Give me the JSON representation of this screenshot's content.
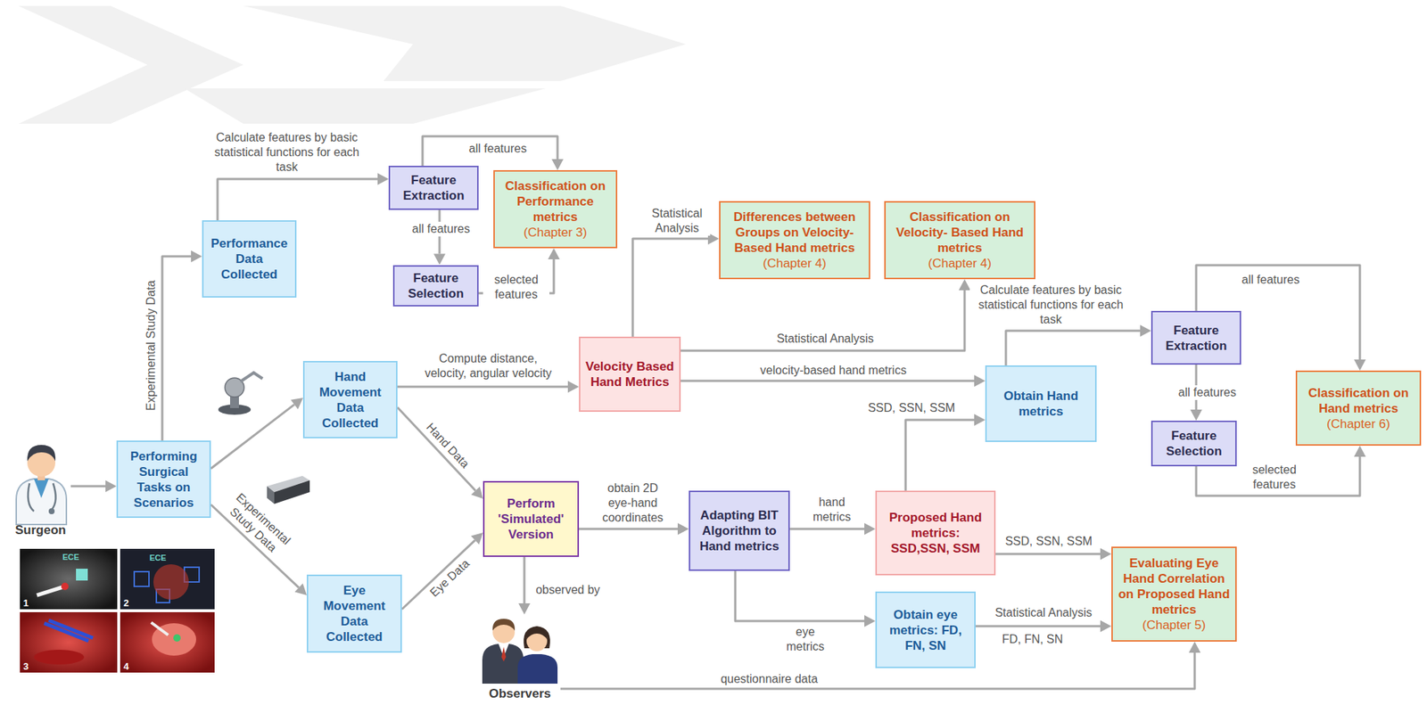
{
  "diagram": {
    "nodes": [
      {
        "text": [
          "Surgeon"
        ]
      },
      {
        "text": [
          "Performing Surgical Tasks on Scenarios"
        ]
      },
      {
        "text": [
          "Performance Data Collected"
        ]
      },
      {
        "text": [
          "Hand Movement Data Collected"
        ]
      },
      {
        "text": [
          "Eye Movement Data Collected"
        ]
      },
      {
        "text": [
          "Feature Extraction"
        ]
      },
      {
        "text": [
          "Feature Selection"
        ]
      },
      {
        "text": [
          "Classification on Performance metrics",
          "(Chapter 3)"
        ]
      },
      {
        "text": [
          "Perform 'Simulated' Version"
        ]
      },
      {
        "text": [
          "Observers"
        ]
      },
      {
        "text": [
          "Velocity Based Hand Metrics"
        ]
      },
      {
        "text": [
          "Differences between Groups on Velocity-Based Hand metrics",
          "(Chapter 4)"
        ]
      },
      {
        "text": [
          "Classification on Velocity- Based Hand metrics",
          "(Chapter 4)"
        ]
      },
      {
        "text": [
          "Adapting BIT Algorithm to Hand metrics"
        ]
      },
      {
        "text": [
          "Proposed Hand metrics: SSD,SSN, SSM"
        ]
      },
      {
        "text": [
          "Obtain Hand metrics"
        ]
      },
      {
        "text": [
          "Obtain eye metrics: FD, FN, SN"
        ]
      },
      {
        "text": [
          "Evaluating Eye Hand Correlation on Proposed Hand metrics",
          "(Chapter 5)"
        ]
      },
      {
        "text": [
          "Feature Extraction"
        ]
      },
      {
        "text": [
          "Feature Selection"
        ]
      },
      {
        "text": [
          "Classification on Hand metrics",
          "(Chapter 6)"
        ]
      }
    ],
    "edges": [
      {
        "from": 0,
        "to": 1,
        "arrow": "to"
      },
      {
        "from": 1,
        "to": 2,
        "label": "Experimental Study Data",
        "arrow": "to"
      },
      {
        "from": 1,
        "to": 3,
        "arrow": "to"
      },
      {
        "from": 1,
        "to": 4,
        "label": "Experimental Study Data",
        "arrow": "to"
      },
      {
        "from": 2,
        "to": 5,
        "label": "Calculate features by basic statistical functions for each task",
        "arrow": "to"
      },
      {
        "from": 5,
        "to": 7,
        "label": "all features",
        "arrow": "to"
      },
      {
        "from": 5,
        "to": 6,
        "label": "all features",
        "arrow": "to"
      },
      {
        "from": 6,
        "to": 7,
        "label": "selected features",
        "arrow": "to"
      },
      {
        "from": 3,
        "to": 10,
        "label": "Compute distance, velocity, angular velocity",
        "arrow": "to"
      },
      {
        "from": 3,
        "to": 8,
        "label": "Hand Data",
        "arrow": "to"
      },
      {
        "from": 4,
        "to": 8,
        "label": "Eye Data",
        "arrow": "to"
      },
      {
        "from": 10,
        "to": 11,
        "label": "Statistical Analysis",
        "arrow": "to"
      },
      {
        "from": 10,
        "to": 12,
        "label": "Statistical Analysis",
        "arrow": "to"
      },
      {
        "from": 10,
        "to": 15,
        "label": "velocity-based hand metrics",
        "arrow": "to"
      },
      {
        "from": 8,
        "to": 13,
        "label": "obtain 2D eye-hand coordinates",
        "arrow": "to"
      },
      {
        "from": 8,
        "to": 9,
        "label": "observed by",
        "arrow": "to"
      },
      {
        "from": 13,
        "to": 14,
        "label": "hand metrics",
        "arrow": "to"
      },
      {
        "from": 13,
        "to": 16,
        "label": "eye metrics",
        "arrow": "to"
      },
      {
        "from": 14,
        "to": 15,
        "label": "SSD, SSN, SSM",
        "arrow": "to"
      },
      {
        "from": 14,
        "to": 17,
        "label": "SSD, SSN, SSM",
        "arrow": "to"
      },
      {
        "from": 16,
        "to": 17,
        "label": "Statistical Analysis",
        "arrow": "to"
      },
      {
        "from": 9,
        "to": 17,
        "label": "questionnaire data",
        "arrow": "to"
      },
      {
        "from": 15,
        "to": 18,
        "label": "Calculate features by basic statistical functions for each task",
        "arrow": "to"
      },
      {
        "from": 18,
        "to": 20,
        "label": "all features",
        "arrow": "to"
      },
      {
        "from": 18,
        "to": 19,
        "label": "all features",
        "arrow": "to"
      },
      {
        "from": 19,
        "to": 20,
        "label": "selected features",
        "arrow": "to"
      }
    ],
    "labels": [
      "ECE",
      "ECE",
      "1",
      "2",
      "3",
      "4",
      "FD, FN, SN"
    ]
  }
}
